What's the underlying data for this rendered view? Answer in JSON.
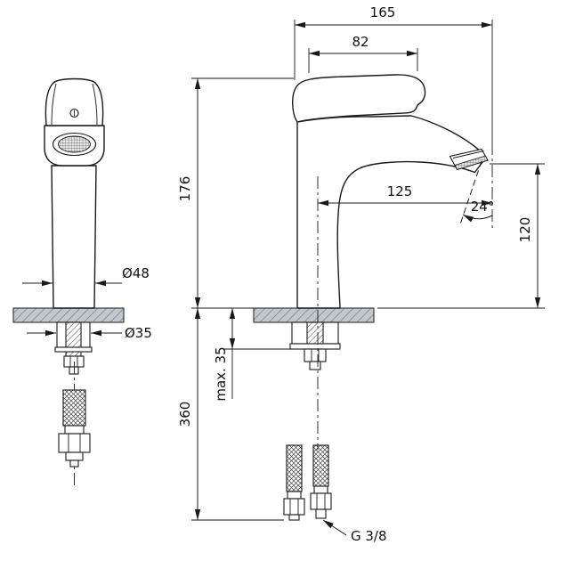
{
  "dimensions": {
    "overall_depth": "165",
    "handle_length": "82",
    "body_height": "176",
    "spout_reach": "125",
    "spout_angle": "24°",
    "outlet_height": "120",
    "body_diameter": "Ø48",
    "mounting_hole_diameter": "Ø35",
    "max_deck_thickness": "max. 35",
    "hose_length": "360",
    "thread_size": "G 3/8"
  },
  "colors": {
    "line": "#1a1a1a",
    "deck_fill": "#c3c7c9",
    "deck_hatch": "#80868a",
    "background": "#ffffff"
  }
}
